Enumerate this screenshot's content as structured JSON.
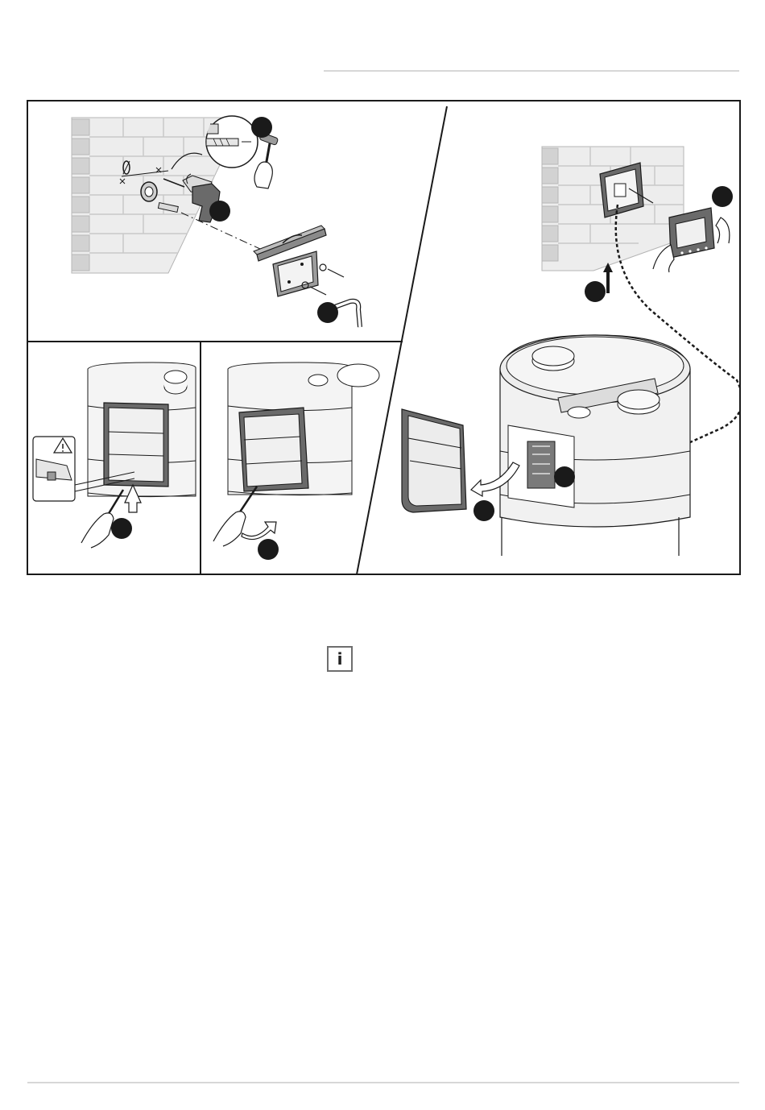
{
  "page": {
    "header_rule": "divider",
    "footer_rule": "divider"
  },
  "figure": {
    "panels": [
      {
        "name": "wall-mounting-bracket",
        "icons": [
          "brick-wall",
          "drill-icon",
          "hammer-icon",
          "spirit-level-icon",
          "screw-icon",
          "wall-plug-icon"
        ]
      },
      {
        "name": "remove-front-cover",
        "icons": [
          "screwdriver-icon",
          "hand-icon",
          "warning-icon"
        ]
      },
      {
        "name": "lift-front-cover",
        "icons": [
          "screwdriver-icon",
          "hand-icon",
          "rotate-arrow-icon"
        ]
      },
      {
        "name": "connect-remote-control",
        "icons": [
          "brick-wall",
          "wall-bracket-icon",
          "thermostat-display-icon",
          "cable-icon",
          "water-heater-icon"
        ]
      }
    ],
    "step_marker_count": 9,
    "colors": {
      "line": "#1a1a1a",
      "brick": "#d4d4d4",
      "brick_face": "#ededed",
      "device_dark": "#6a6a6a",
      "device_light": "#f0f0f0",
      "marker": "#1a1a1a"
    }
  },
  "callout": {
    "icon_letter": "i"
  }
}
